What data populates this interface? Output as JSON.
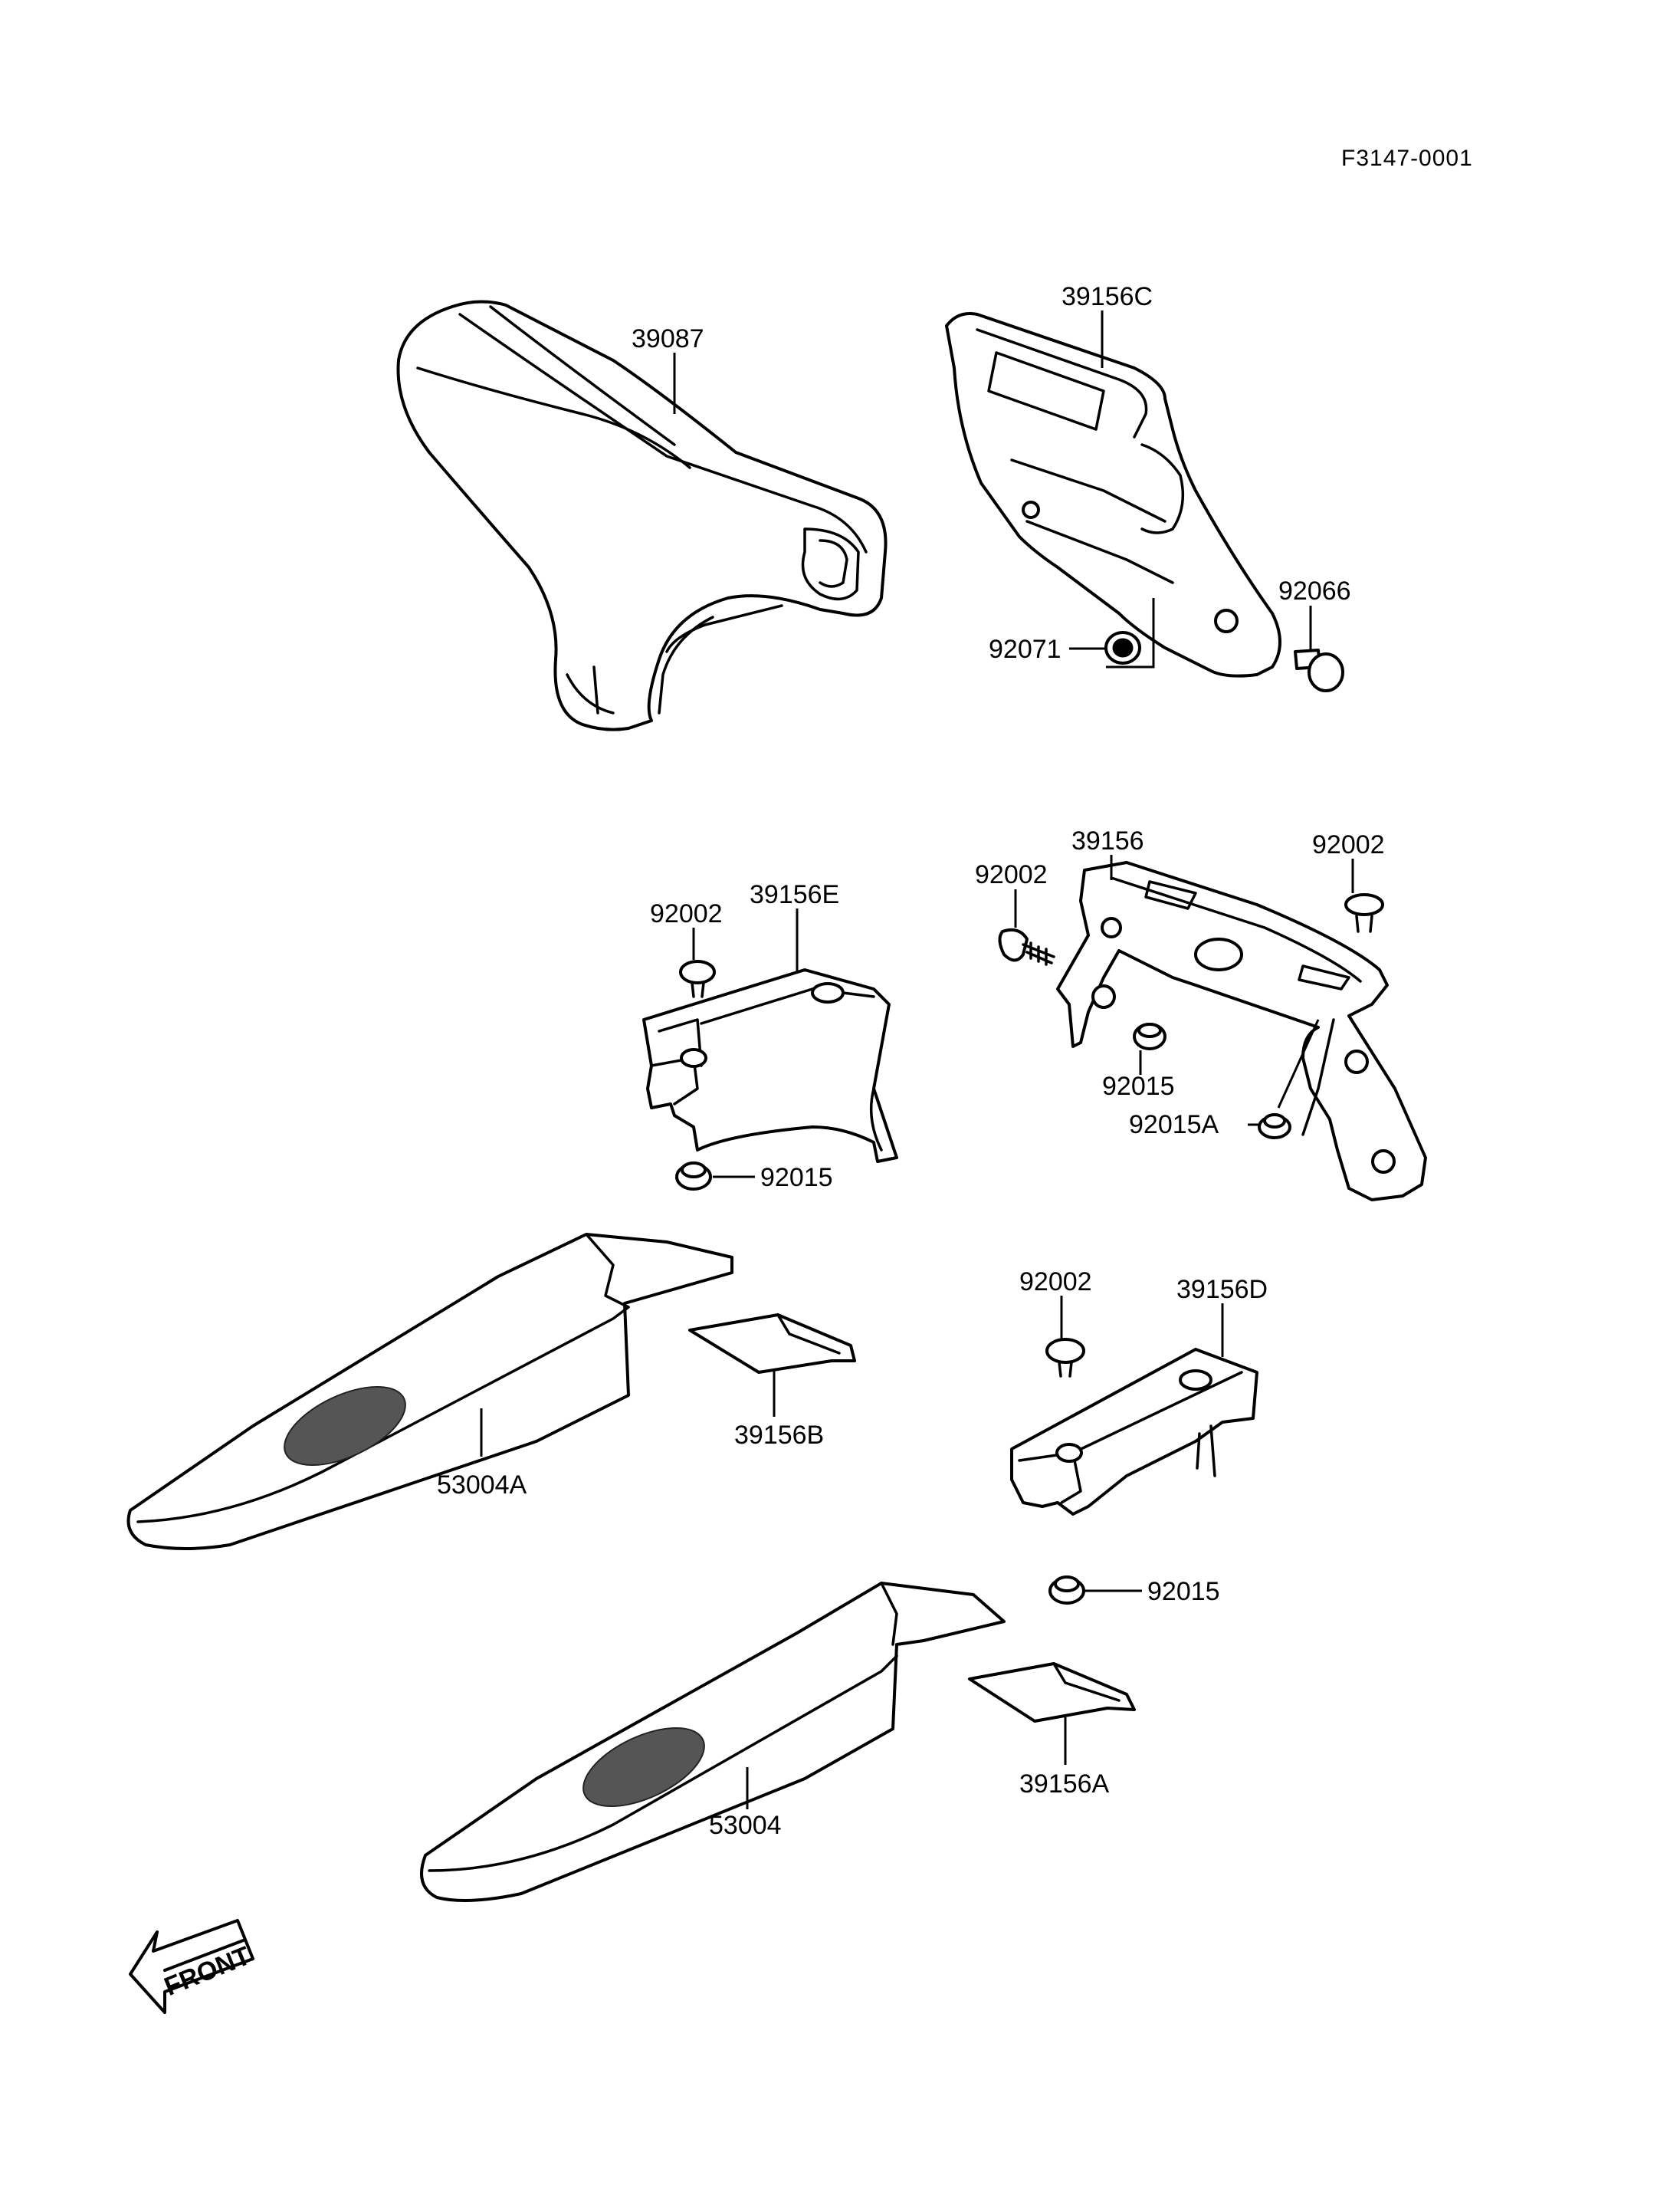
{
  "drawing_code": "F3147-0001",
  "front_arrow_text": "FRONT",
  "labels": {
    "p39087": "39087",
    "p39156C": "39156C",
    "p92066": "92066",
    "p92071": "92071",
    "p39156": "39156",
    "p92002_a": "92002",
    "p92002_b": "92002",
    "p92015_a": "92015",
    "p92015A": "92015A",
    "p39156E": "39156E",
    "p92002_c": "92002",
    "p92015_b": "92015",
    "p39156B": "39156B",
    "p53004A": "53004A",
    "p92002_d": "92002",
    "p39156D": "39156D",
    "p92015_c": "92015",
    "p39156A": "39156A",
    "p53004": "53004"
  }
}
